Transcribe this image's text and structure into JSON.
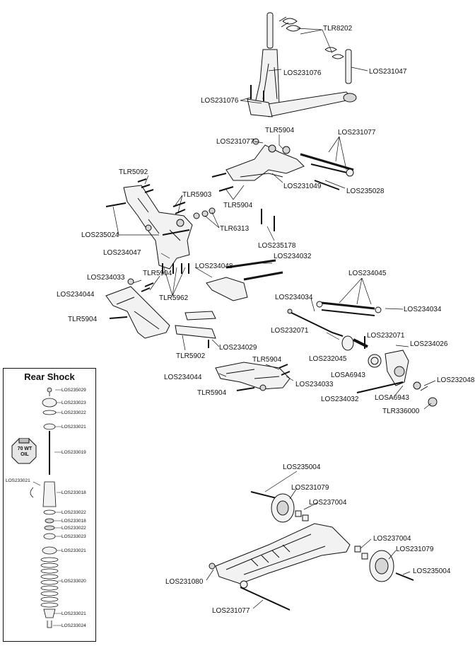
{
  "callouts": {
    "tlr8202": "TLR8202",
    "los231076_a": "LOS231076",
    "los231047": "LOS231047",
    "los231076_b": "LOS231076",
    "tlr5904_a": "TLR5904",
    "los231077_a": "LOS231077",
    "los231077_b": "LOS231077",
    "tlr5092": "TLR5092",
    "los231049": "LOS231049",
    "los235028": "LOS235028",
    "tlr5903": "TLR5903",
    "tlr5904_b": "TLR5904",
    "tlr6313": "TLR6313",
    "los235024": "LOS235024",
    "los235178": "LOS235178",
    "los234047": "LOS234047",
    "los234032_a": "LOS234032",
    "los234048": "LOS234048",
    "los234045": "LOS234045",
    "los234033_a": "LOS234033",
    "tlr5904_c": "TLR5904",
    "los234044_a": "LOS234044",
    "tlr5962": "TLR5962",
    "los234034_a": "LOS234034",
    "los234034_b": "LOS234034",
    "tlr5904_d": "TLR5904",
    "los232071_a": "LOS232071",
    "los232071_b": "LOS232071",
    "los234026": "LOS234026",
    "tlr5902": "TLR5902",
    "los234029": "LOS234029",
    "los232045": "LOS232045",
    "tlr5904_e": "TLR5904",
    "losa6943_a": "LOSA6943",
    "los234044_b": "LOS234044",
    "los234033_b": "LOS234033",
    "los232048": "LOS232048",
    "tlr5904_f": "TLR5904",
    "losa6943_b": "LOSA6943",
    "los234032_b": "LOS234032",
    "tlr336000": "TLR336000",
    "los235004_a": "LOS235004",
    "los231079_a": "LOS231079",
    "los237004_a": "LOS237004",
    "los237004_b": "LOS237004",
    "los231079_b": "LOS231079",
    "los235004_b": "LOS235004",
    "los231080": "LOS231080",
    "los231077_c": "LOS231077"
  },
  "rear_shock": {
    "title": "Rear Shock",
    "oil_badge": "70 WT OIL",
    "parts": {
      "p1": "LOS235029",
      "p2": "LOS233023",
      "p3": "LOS233022",
      "p4": "LOS233021",
      "p5": "LOS233019",
      "p6": "LOS233021",
      "p7": "LOS233018",
      "p8": "LOS233022",
      "p9": "LOS233018",
      "p10": "LOS233022",
      "p11": "LOS233023",
      "p12": "LOS233021",
      "p13": "LOS233020",
      "p14": "LOS233021",
      "p15": "LOS233024"
    }
  },
  "colors": {
    "line": "#111111",
    "part_fill": "#f2f2f2",
    "part_shade": "#d6d6d6"
  }
}
